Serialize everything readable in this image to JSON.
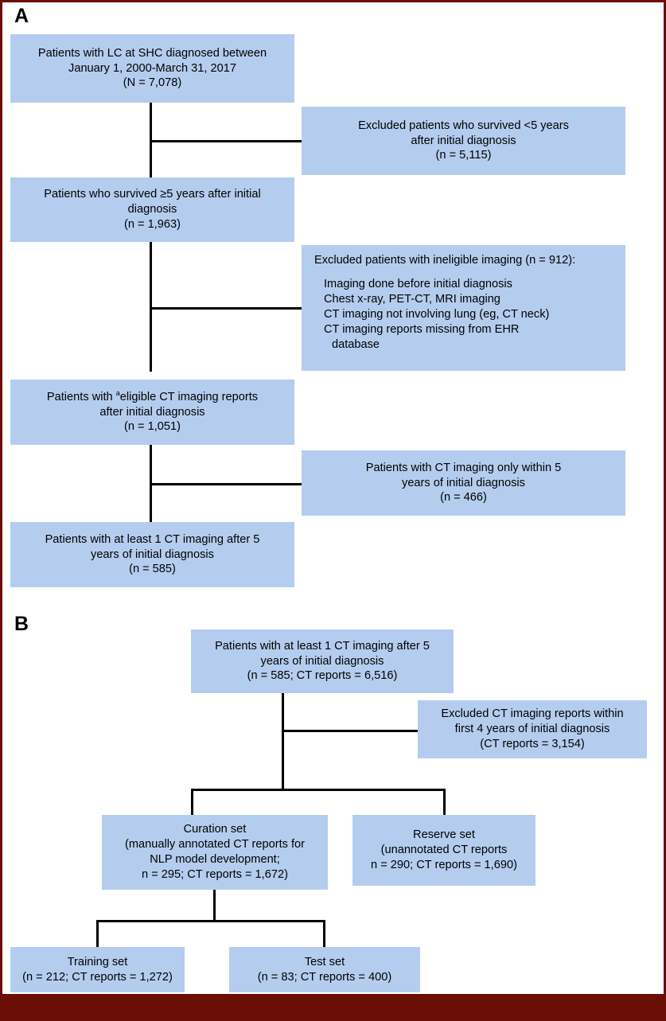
{
  "figure": {
    "accent_border_color": "#6b0f06",
    "box_fill_color": "#b4cdef",
    "connector_color": "#000000"
  },
  "panels": [
    {
      "id": "A",
      "label": "A"
    },
    {
      "id": "B",
      "label": "B"
    }
  ],
  "panelA": {
    "boxes": {
      "cohort": {
        "line1": "Patients with LC at SHC diagnosed between",
        "line2": "January 1, 2000-March 31, 2017",
        "line3": "(N = 7,078)"
      },
      "excluded_survival": {
        "line1": "Excluded patients who survived <5 years",
        "line2": "after initial diagnosis",
        "line3": "(n = 5,115)"
      },
      "survived_5y": {
        "line1": "Patients who survived ≥5 years after initial",
        "line2": "diagnosis",
        "line3": "(n = 1,963)"
      },
      "excluded_imaging": {
        "heading": "Excluded patients with ineligible imaging (n = 912):",
        "items": [
          "Imaging done before initial diagnosis",
          "Chest x-ray, PET-CT, MRI imaging",
          "CT imaging not involving lung (eg, CT neck)",
          "CT imaging reports missing from EHR"
        ],
        "item_continuation": "database"
      },
      "eligible_reports": {
        "line1_pre": "Patients with ",
        "line1_sup": "a",
        "line1_post": "eligible CT imaging reports",
        "line2": "after initial diagnosis",
        "line3": "(n = 1,051)"
      },
      "ct_within_5y": {
        "line1": "Patients with CT imaging only within 5",
        "line2": "years of initial diagnosis",
        "line3": "(n = 466)"
      },
      "at_least_1_ct": {
        "line1": "Patients with at least 1 CT imaging after 5",
        "line2": "years of initial diagnosis",
        "line3": "(n = 585)"
      }
    }
  },
  "panelB": {
    "boxes": {
      "at_least_1_ct": {
        "line1": "Patients with at least 1 CT imaging after 5",
        "line2": "years of initial diagnosis",
        "line3": "(n = 585; CT reports = 6,516)"
      },
      "excluded_first_4y": {
        "line1": "Excluded CT imaging reports within",
        "line2": "first 4 years of initial diagnosis",
        "line3": "(CT reports = 3,154)"
      },
      "curation_set": {
        "line1": "Curation set",
        "line2": "(manually annotated CT reports for",
        "line3": "NLP model development;",
        "line4": "n = 295; CT reports = 1,672)"
      },
      "reserve_set": {
        "line1": "Reserve set",
        "line2": "(unannotated CT reports",
        "line3": "n = 290; CT reports = 1,690)"
      },
      "training_set": {
        "line1": "Training set",
        "line2": "(n = 212; CT reports = 1,272)"
      },
      "test_set": {
        "line1": "Test set",
        "line2": "(n = 83; CT reports = 400)"
      }
    }
  }
}
